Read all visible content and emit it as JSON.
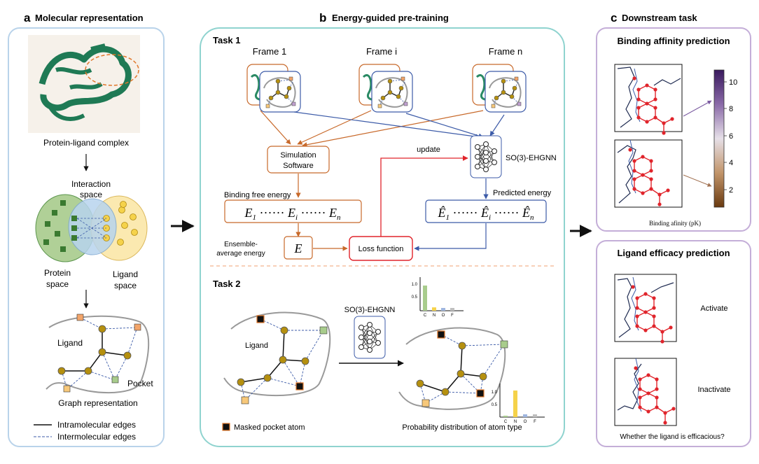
{
  "panel_a": {
    "letter": "a",
    "title": "Molecular representation",
    "complex_label": "Protein-ligand complex",
    "interaction_label_1": "Interaction",
    "interaction_label_2": "space",
    "protein_label_1": "Protein",
    "protein_label_2": "space",
    "ligand_label_1": "Ligand",
    "ligand_label_2": "space",
    "graph_ligand_label": "Ligand",
    "graph_pocket_label": "Pocket",
    "graph_label": "Graph representation",
    "legend_intra": "Intramolecular edges",
    "legend_inter": "Intermolecular edges"
  },
  "panel_b": {
    "letter": "b",
    "title": "Energy-guided pre-training",
    "task1": "Task 1",
    "frame_1": "Frame 1",
    "frame_i": "Frame i",
    "frame_n": "Frame n",
    "sim_1": "Simulation",
    "sim_2": "Software",
    "update": "update",
    "model": "SO(3)-EHGNN",
    "binding_free_energy": "Binding free energy",
    "predicted_energy": "Predicted energy",
    "ensemble_1": "Ensemble-",
    "ensemble_2": "average energy",
    "loss": "Loss function",
    "task2": "Task 2",
    "model2": "SO(3)-EHGNN",
    "ligand": "Ligand",
    "masked": "Masked pocket atom",
    "prob": "Probability distribution of atom type",
    "atom_types": [
      "C",
      "N",
      "O",
      "F"
    ],
    "yticks": [
      "1.0",
      "0.5"
    ],
    "dist_top": [
      0.9,
      0.12,
      0.1,
      0.1
    ],
    "dist_bottom": [
      0.05,
      0.95,
      0.1,
      0.1
    ]
  },
  "panel_c": {
    "letter": "c",
    "title": "Downstream task",
    "affinity_title": "Binding affinity prediction",
    "colorbar_ticks": [
      "10",
      "8",
      "6",
      "4",
      "2"
    ],
    "colorbar_label": "Binding afinity (pK)",
    "efficacy_title": "Ligand efficacy prediction",
    "activate": "Activate",
    "inactivate": "Inactivate",
    "question": "Whether the ligand is efficacious?"
  },
  "colors": {
    "panel_a_border": "#b9d3ea",
    "panel_b_border": "#8fd3cf",
    "panel_c_border": "#c4aed8",
    "orange": "#c8692a",
    "blue": "#3c5ba8",
    "red": "#e0242b",
    "teal": "#2a8a64",
    "gold": "#b5900f"
  }
}
